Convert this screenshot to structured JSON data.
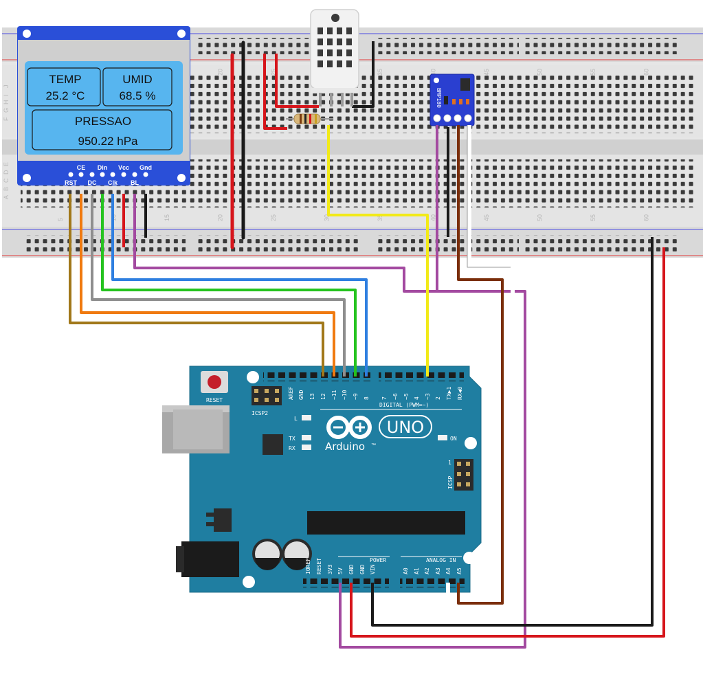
{
  "lcd": {
    "temp_label": "TEMP",
    "temp_value": "25.2  °C",
    "umid_label": "UMID",
    "umid_value": "68.5 %",
    "press_label": "PRESSAO",
    "press_value": "950.22  hPa",
    "pins_top": [
      "CE",
      "Din",
      "Vcc",
      "Gnd"
    ],
    "pins_bottom": [
      "RST",
      "DC",
      "Clk",
      "BL"
    ]
  },
  "sensor": {
    "label": "BMP180"
  },
  "breadboard": {
    "column_numbers": [
      "5",
      "10",
      "15",
      "20",
      "25",
      "30",
      "35",
      "40",
      "45",
      "50",
      "55",
      "60"
    ],
    "row_letters_top": [
      "J",
      "I",
      "H",
      "G",
      "F"
    ],
    "row_letters_bottom": [
      "E",
      "D",
      "C",
      "B",
      "A"
    ]
  },
  "arduino": {
    "reset_label": "RESET",
    "icsp2_label": "ICSP2",
    "icsp_label": "ICSP",
    "digital_label": "DIGITAL (PWM=~)",
    "digital_pins": [
      "AREF",
      "GND",
      "13",
      "12",
      "~11",
      "~10",
      "~9",
      "8",
      "7",
      "~6",
      "~5",
      "4",
      "~3",
      "2",
      "TX▶1",
      "RX◀0"
    ],
    "led_l": "L",
    "led_tx": "TX",
    "led_rx": "RX",
    "led_on": "ON",
    "logo_uno": "UNO",
    "logo_brand": "Arduino",
    "tm": "™",
    "power_label": "POWER",
    "power_pins": [
      "IOREF",
      "RESET",
      "3V3",
      "5V",
      "GND",
      "GND",
      "VIN"
    ],
    "analog_label": "ANALOG IN",
    "analog_pins": [
      "A0",
      "A1",
      "A2",
      "A3",
      "A4",
      "A5"
    ],
    "icsp_pin1": "1"
  },
  "colors": {
    "board": "#1f7ea1",
    "lcd_frame": "#2a4fd8",
    "lcd_screen": "#57b5ef",
    "wire_red": "#d6151b",
    "wire_black": "#1a1a1a",
    "wire_yellow": "#f2ea18",
    "wire_purple": "#a34aa0",
    "wire_brown": "#7a2e0a",
    "wire_orange": "#f07a10",
    "wire_green": "#25c31f",
    "wire_blue": "#2f7fe0",
    "wire_gray": "#8e8e8e",
    "wire_olive": "#a1781a"
  }
}
